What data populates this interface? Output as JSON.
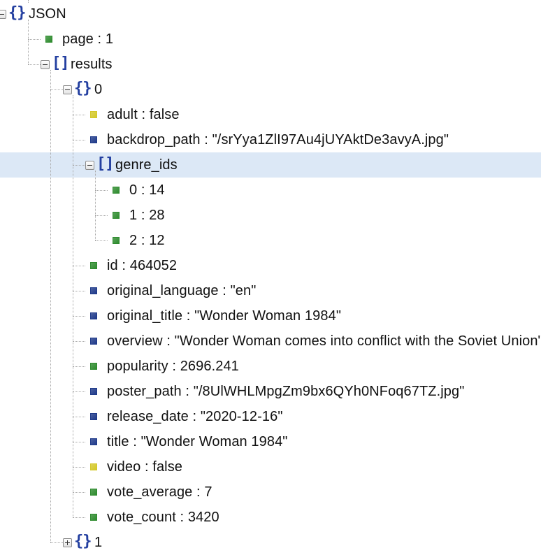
{
  "colors": {
    "number": "#2e8b2e",
    "string": "#1f3a8a",
    "boolean": "#d4c82a",
    "brace": "#233fa0",
    "selection": "#dce8f6"
  },
  "rows": [
    {
      "depth": 0,
      "kind": "object",
      "label": "JSON",
      "toggle": "minus"
    },
    {
      "depth": 1,
      "kind": "number",
      "label": "page : 1"
    },
    {
      "depth": 1,
      "kind": "array",
      "label": "results",
      "toggle": "minus"
    },
    {
      "depth": 2,
      "kind": "object",
      "label": "0",
      "toggle": "minus"
    },
    {
      "depth": 3,
      "kind": "boolean",
      "label": "adult : false"
    },
    {
      "depth": 3,
      "kind": "string",
      "label": "backdrop_path : \"/srYya1ZlI97Au4jUYAktDe3avyA.jpg\""
    },
    {
      "depth": 3,
      "kind": "array",
      "label": "genre_ids",
      "toggle": "minus",
      "selected": true
    },
    {
      "depth": 4,
      "kind": "number",
      "label": "0 : 14"
    },
    {
      "depth": 4,
      "kind": "number",
      "label": "1 : 28"
    },
    {
      "depth": 4,
      "kind": "number",
      "label": "2 : 12"
    },
    {
      "depth": 3,
      "kind": "number",
      "label": "id : 464052"
    },
    {
      "depth": 3,
      "kind": "string",
      "label": "original_language : \"en\""
    },
    {
      "depth": 3,
      "kind": "string",
      "label": "original_title : \"Wonder Woman 1984\""
    },
    {
      "depth": 3,
      "kind": "string",
      "label": "overview : \"Wonder Woman comes into conflict with the Soviet Union\""
    },
    {
      "depth": 3,
      "kind": "number",
      "label": "popularity : 2696.241"
    },
    {
      "depth": 3,
      "kind": "string",
      "label": "poster_path : \"/8UlWHLMpgZm9bx6QYh0NFoq67TZ.jpg\""
    },
    {
      "depth": 3,
      "kind": "string",
      "label": "release_date : \"2020-12-16\""
    },
    {
      "depth": 3,
      "kind": "string",
      "label": "title : \"Wonder Woman 1984\""
    },
    {
      "depth": 3,
      "kind": "boolean",
      "label": "video : false"
    },
    {
      "depth": 3,
      "kind": "number",
      "label": "vote_average : 7"
    },
    {
      "depth": 3,
      "kind": "number",
      "label": "vote_count : 3420"
    },
    {
      "depth": 2,
      "kind": "object",
      "label": "1",
      "toggle": "plus"
    }
  ]
}
